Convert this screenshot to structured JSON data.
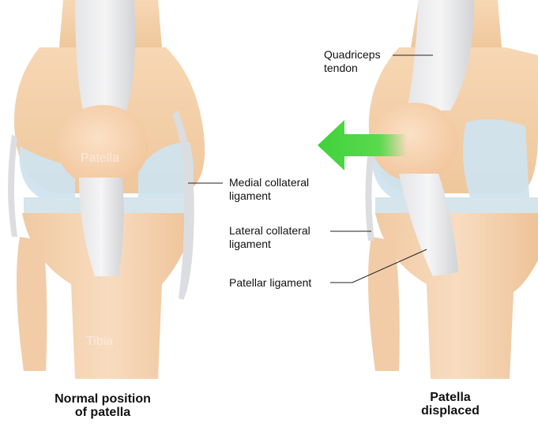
{
  "labels": {
    "patella": "Patella",
    "tibia": "Tibia",
    "quadriceps_tendon": [
      "Quadriceps",
      "tendon"
    ],
    "medial_collateral_ligament": [
      "Medial collateral",
      "ligament"
    ],
    "lateral_collateral_ligament": [
      "Lateral collateral",
      "ligament"
    ],
    "patellar_ligament": "Patellar ligament"
  },
  "captions": {
    "normal": [
      "Normal position",
      "of patella"
    ],
    "displaced": [
      "Patella",
      "displaced"
    ]
  },
  "colors": {
    "bone": "#f2c9a0",
    "bone_light": "#f9dfc4",
    "cartilage": "#cfe3ee",
    "ligament": "#d9dadc",
    "arrow": "#3fd23a"
  }
}
